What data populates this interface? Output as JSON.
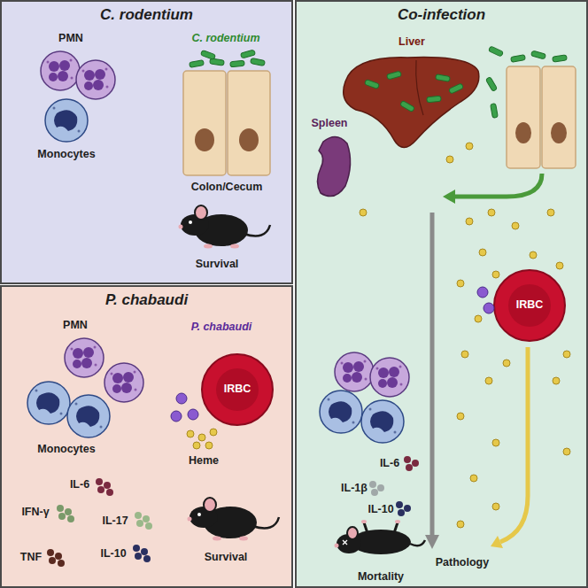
{
  "diagram": {
    "nodes": [
      {
        "text": [
          "C. rodentium"
        ]
      },
      {
        "text": [
          "P. chabaudi"
        ]
      },
      {
        "text": [
          "Co-infection"
        ]
      }
    ],
    "labels": [
      "PMN",
      "C. rodentium",
      "Monocytes",
      "Colon/Cecum",
      "Survival",
      "PMN",
      "P. chabaudi",
      "IRBC",
      "Monocytes",
      "Heme",
      "IL-6",
      "IFN-γ",
      "IL-17",
      "TNF",
      "IL-10",
      "Survival",
      "Liver",
      "Spleen",
      "IRBC",
      "IL-6",
      "IL-1β",
      "IL-10",
      "Pathology",
      "Mortality"
    ]
  }
}
